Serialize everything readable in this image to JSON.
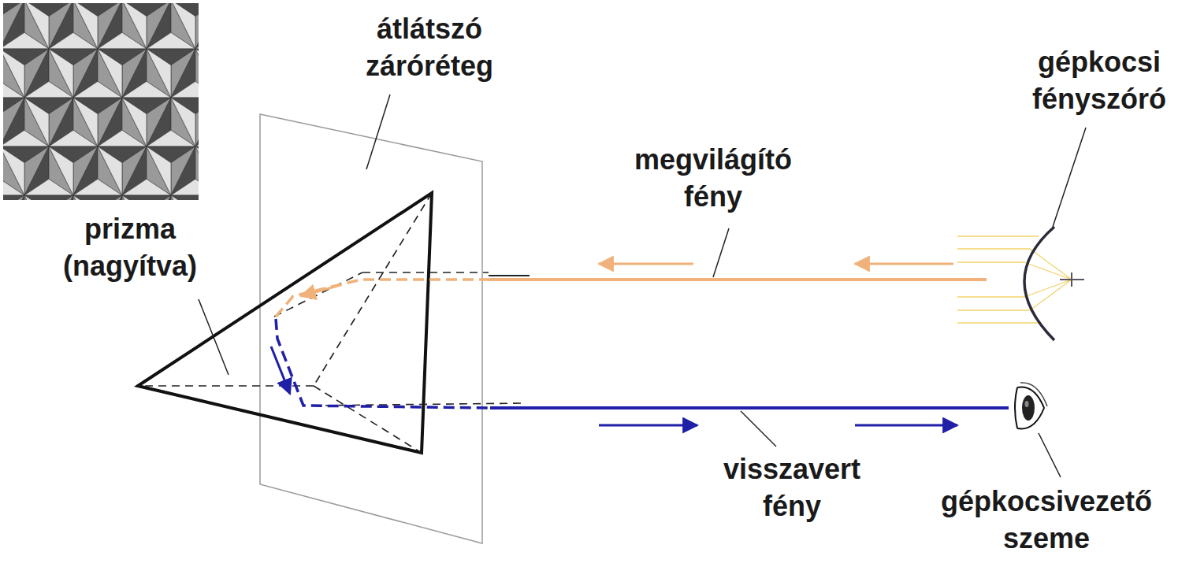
{
  "diagram": {
    "labels": [
      "átlátszó záróréteg",
      "prizma (nagyítva)",
      "megvilágító fény",
      "gépkocsi fényszóró",
      "visszavert fény",
      "gépkocsivezető szeme"
    ]
  }
}
